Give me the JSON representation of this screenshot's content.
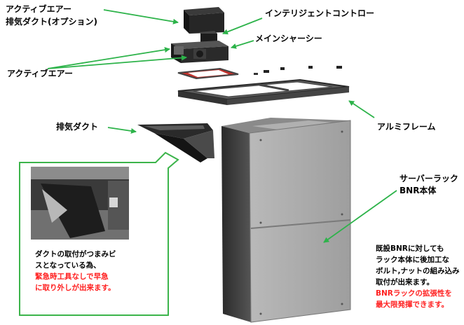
{
  "labels": {
    "active_air_exhaust_l1": "アクティブエアー",
    "active_air_exhaust_l2": "排気ダクト(オプション)",
    "intelligent_controller": "インテリジェントコントロー",
    "main_chassis": "メインシャーシー",
    "active_air": "アクティブエアー",
    "aluminum_frame": "アルミフレーム",
    "exhaust_duct": "排気ダクト",
    "server_rack_l1": "サーバーラック",
    "server_rack_l2": "BNR本体"
  },
  "duct_note": {
    "line1": "ダクトの取付がつまみビ",
    "line2": "スとなっている為、",
    "line3": "緊急時工具なしで早急",
    "line4": "に取り外しが出来ます。"
  },
  "rack_note": {
    "line1": "既設BNRに対しても",
    "line2": "ラック本体に後加工な",
    "line3": "ボルト,ナットの組み込み",
    "line4": "取付が出来ます。",
    "line5": "BNRラックの拡張性を",
    "line6": "最大限発揮できます。"
  },
  "colors": {
    "arrow": "#2db34a",
    "callout_border": "#3cb44b",
    "highlight_text": "#ff2020",
    "rack_body": "#a9a9a9",
    "dark_part": "#1e1e1e"
  }
}
